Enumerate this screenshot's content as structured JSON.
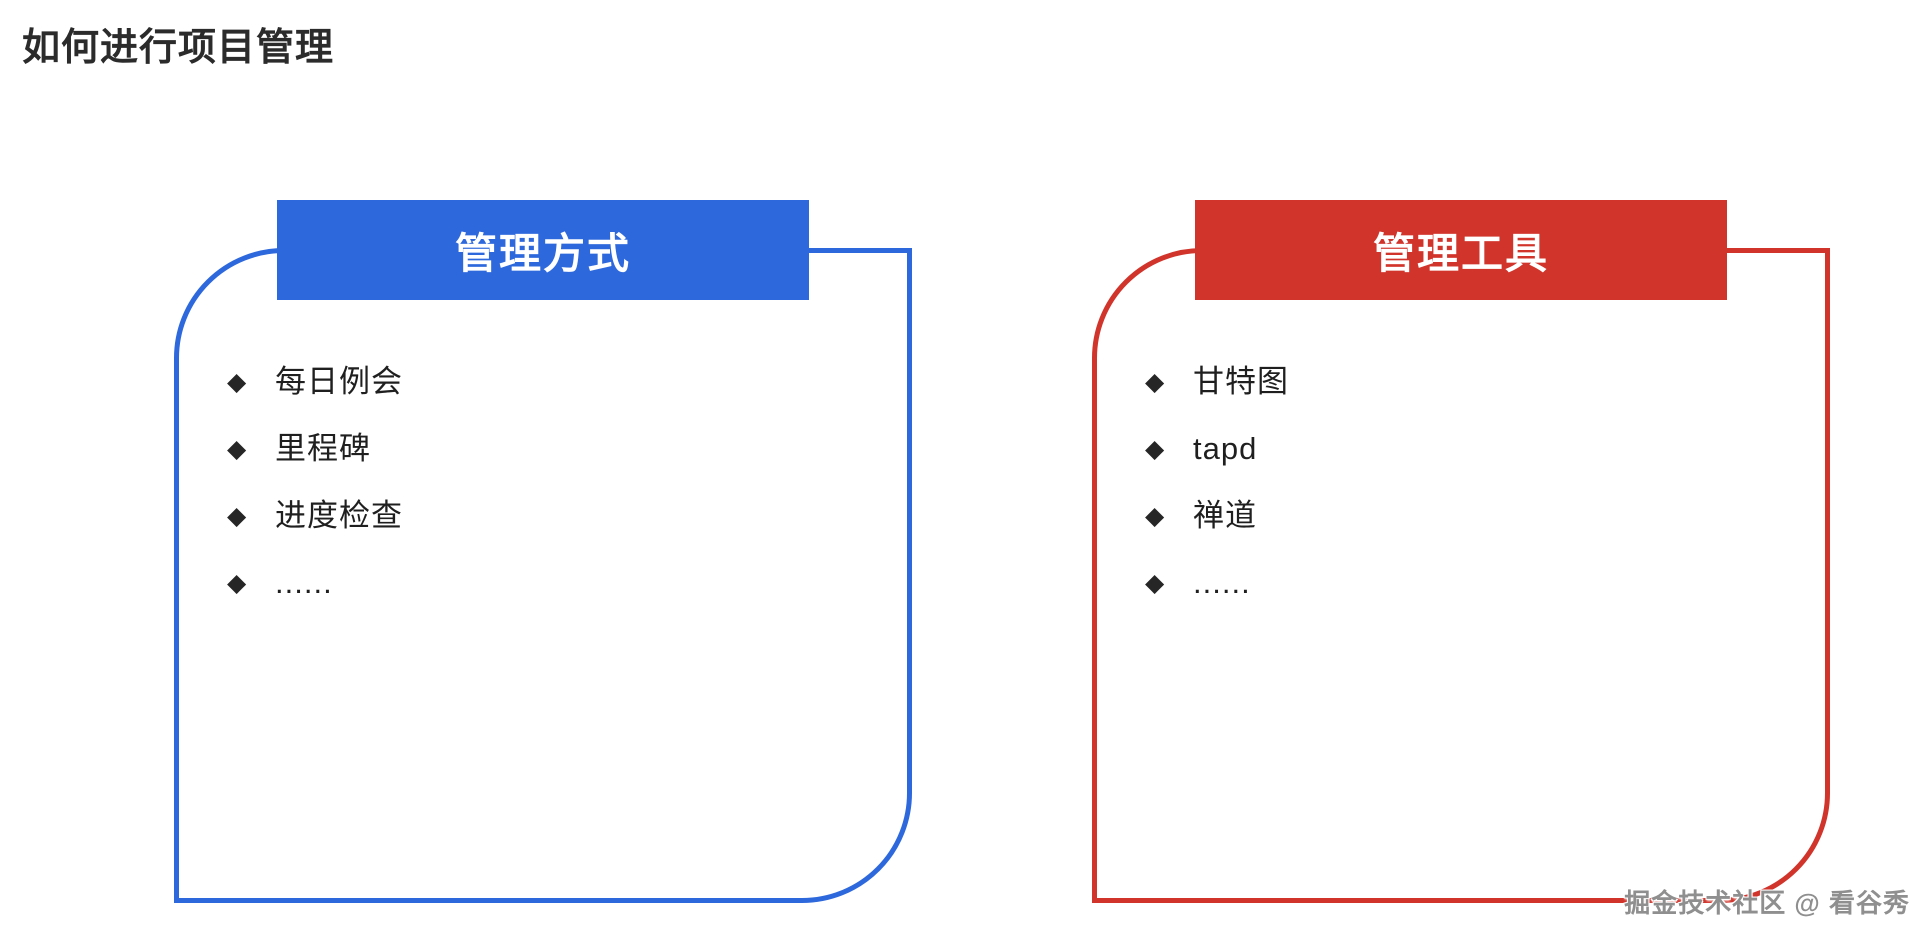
{
  "page": {
    "title": "如何进行项目管理"
  },
  "bullet": "◆",
  "cards": [
    {
      "title": "管理方式",
      "accent": "#2D68DC",
      "items": [
        "每日例会",
        "里程碑",
        "进度检查",
        "......"
      ]
    },
    {
      "title": "管理工具",
      "accent": "#D0342B",
      "items": [
        "甘特图",
        "tapd",
        "禅道",
        "......"
      ]
    }
  ],
  "watermark": {
    "text": "掘金技术社区 @ 看谷秀"
  },
  "colors": {
    "shadow_outline": "#cbcbcb",
    "item_text": "#1f1f1f",
    "title_text": "#2b2b2b",
    "header_text": "#ffffff"
  }
}
